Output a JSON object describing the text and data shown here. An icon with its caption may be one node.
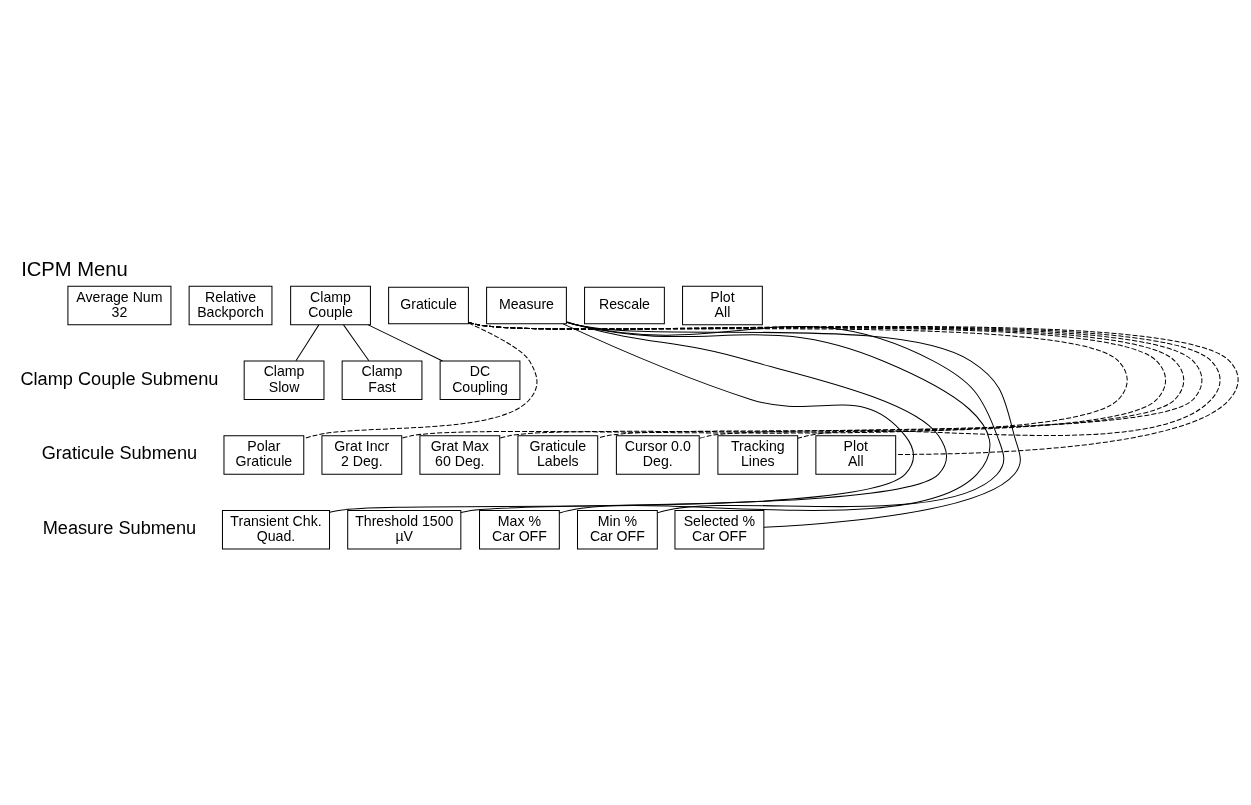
{
  "diagram": {
    "title": "ICPM Menu",
    "nodes": [
      {
        "text": [
          "Average Num 32"
        ]
      },
      {
        "text": [
          "Relative Backporch"
        ]
      },
      {
        "text": [
          "Clamp Couple"
        ]
      },
      {
        "text": [
          "Graticule"
        ]
      },
      {
        "text": [
          "Measure"
        ]
      },
      {
        "text": [
          "Rescale"
        ]
      },
      {
        "text": [
          "Plot All"
        ]
      },
      {
        "text": [
          "Clamp Slow"
        ]
      },
      {
        "text": [
          "Clamp Fast"
        ]
      },
      {
        "text": [
          "DC Coupling"
        ]
      },
      {
        "text": [
          "Polar Graticule"
        ]
      },
      {
        "text": [
          "Grat Incr 2 Deg."
        ]
      },
      {
        "text": [
          "Grat Max 60 Deg."
        ]
      },
      {
        "text": [
          "Graticule Labels"
        ]
      },
      {
        "text": [
          "Cursor 0.0 Deg."
        ]
      },
      {
        "text": [
          "Tracking Lines"
        ]
      },
      {
        "text": [
          "Plot All"
        ]
      },
      {
        "text": [
          "Transient Chk. Quad."
        ]
      },
      {
        "text": [
          "Threshold 1500 µV"
        ]
      },
      {
        "text": [
          "Max % Car OFF"
        ]
      },
      {
        "text": [
          "Min % Car OFF"
        ]
      },
      {
        "text": [
          "Selected % Car OFF"
        ]
      }
    ],
    "edges": [
      {
        "from": 2,
        "to": 7,
        "arrow": "none"
      },
      {
        "from": 2,
        "to": 8,
        "arrow": "none"
      },
      {
        "from": 2,
        "to": 9,
        "arrow": "none"
      },
      {
        "from": 3,
        "to": 10,
        "arrow": "none",
        "style": "dashed"
      },
      {
        "from": 3,
        "to": 11,
        "arrow": "none",
        "style": "dashed"
      },
      {
        "from": 3,
        "to": 12,
        "arrow": "none",
        "style": "dashed"
      },
      {
        "from": 3,
        "to": 13,
        "arrow": "none",
        "style": "dashed"
      },
      {
        "from": 3,
        "to": 14,
        "arrow": "none",
        "style": "dashed"
      },
      {
        "from": 3,
        "to": 15,
        "arrow": "none",
        "style": "dashed"
      },
      {
        "from": 3,
        "to": 16,
        "arrow": "none",
        "style": "dashed"
      },
      {
        "from": 4,
        "to": 17,
        "arrow": "none"
      },
      {
        "from": 4,
        "to": 18,
        "arrow": "none"
      },
      {
        "from": 4,
        "to": 19,
        "arrow": "none"
      },
      {
        "from": 4,
        "to": 20,
        "arrow": "none"
      },
      {
        "from": 4,
        "to": 21,
        "arrow": "none"
      }
    ],
    "labels": [
      "Clamp Couple Submenu",
      "Graticule Submenu",
      "Measure Submenu"
    ]
  }
}
